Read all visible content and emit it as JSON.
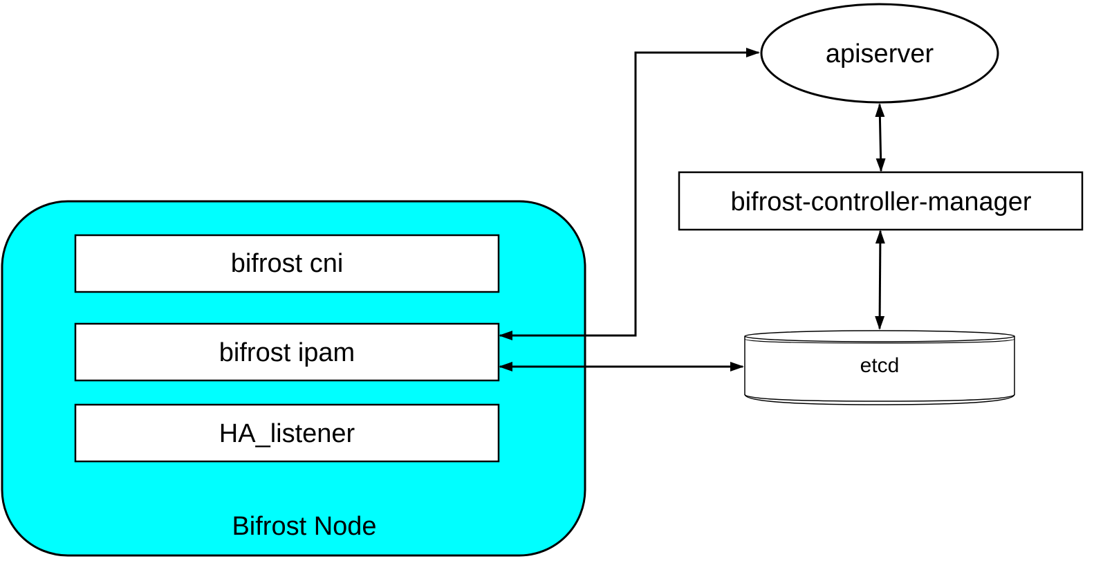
{
  "diagram": {
    "node": {
      "label": "Bifrost Node",
      "components": [
        "bifrost cni",
        "bifrost ipam",
        "HA_listener"
      ]
    },
    "apiserver": {
      "label": "apiserver"
    },
    "controller_manager": {
      "label": "bifrost-controller-manager"
    },
    "etcd": {
      "label": "etcd"
    }
  },
  "colors": {
    "node_fill": "#00FFFF",
    "stroke": "#000000",
    "box_fill": "#FFFFFF"
  }
}
